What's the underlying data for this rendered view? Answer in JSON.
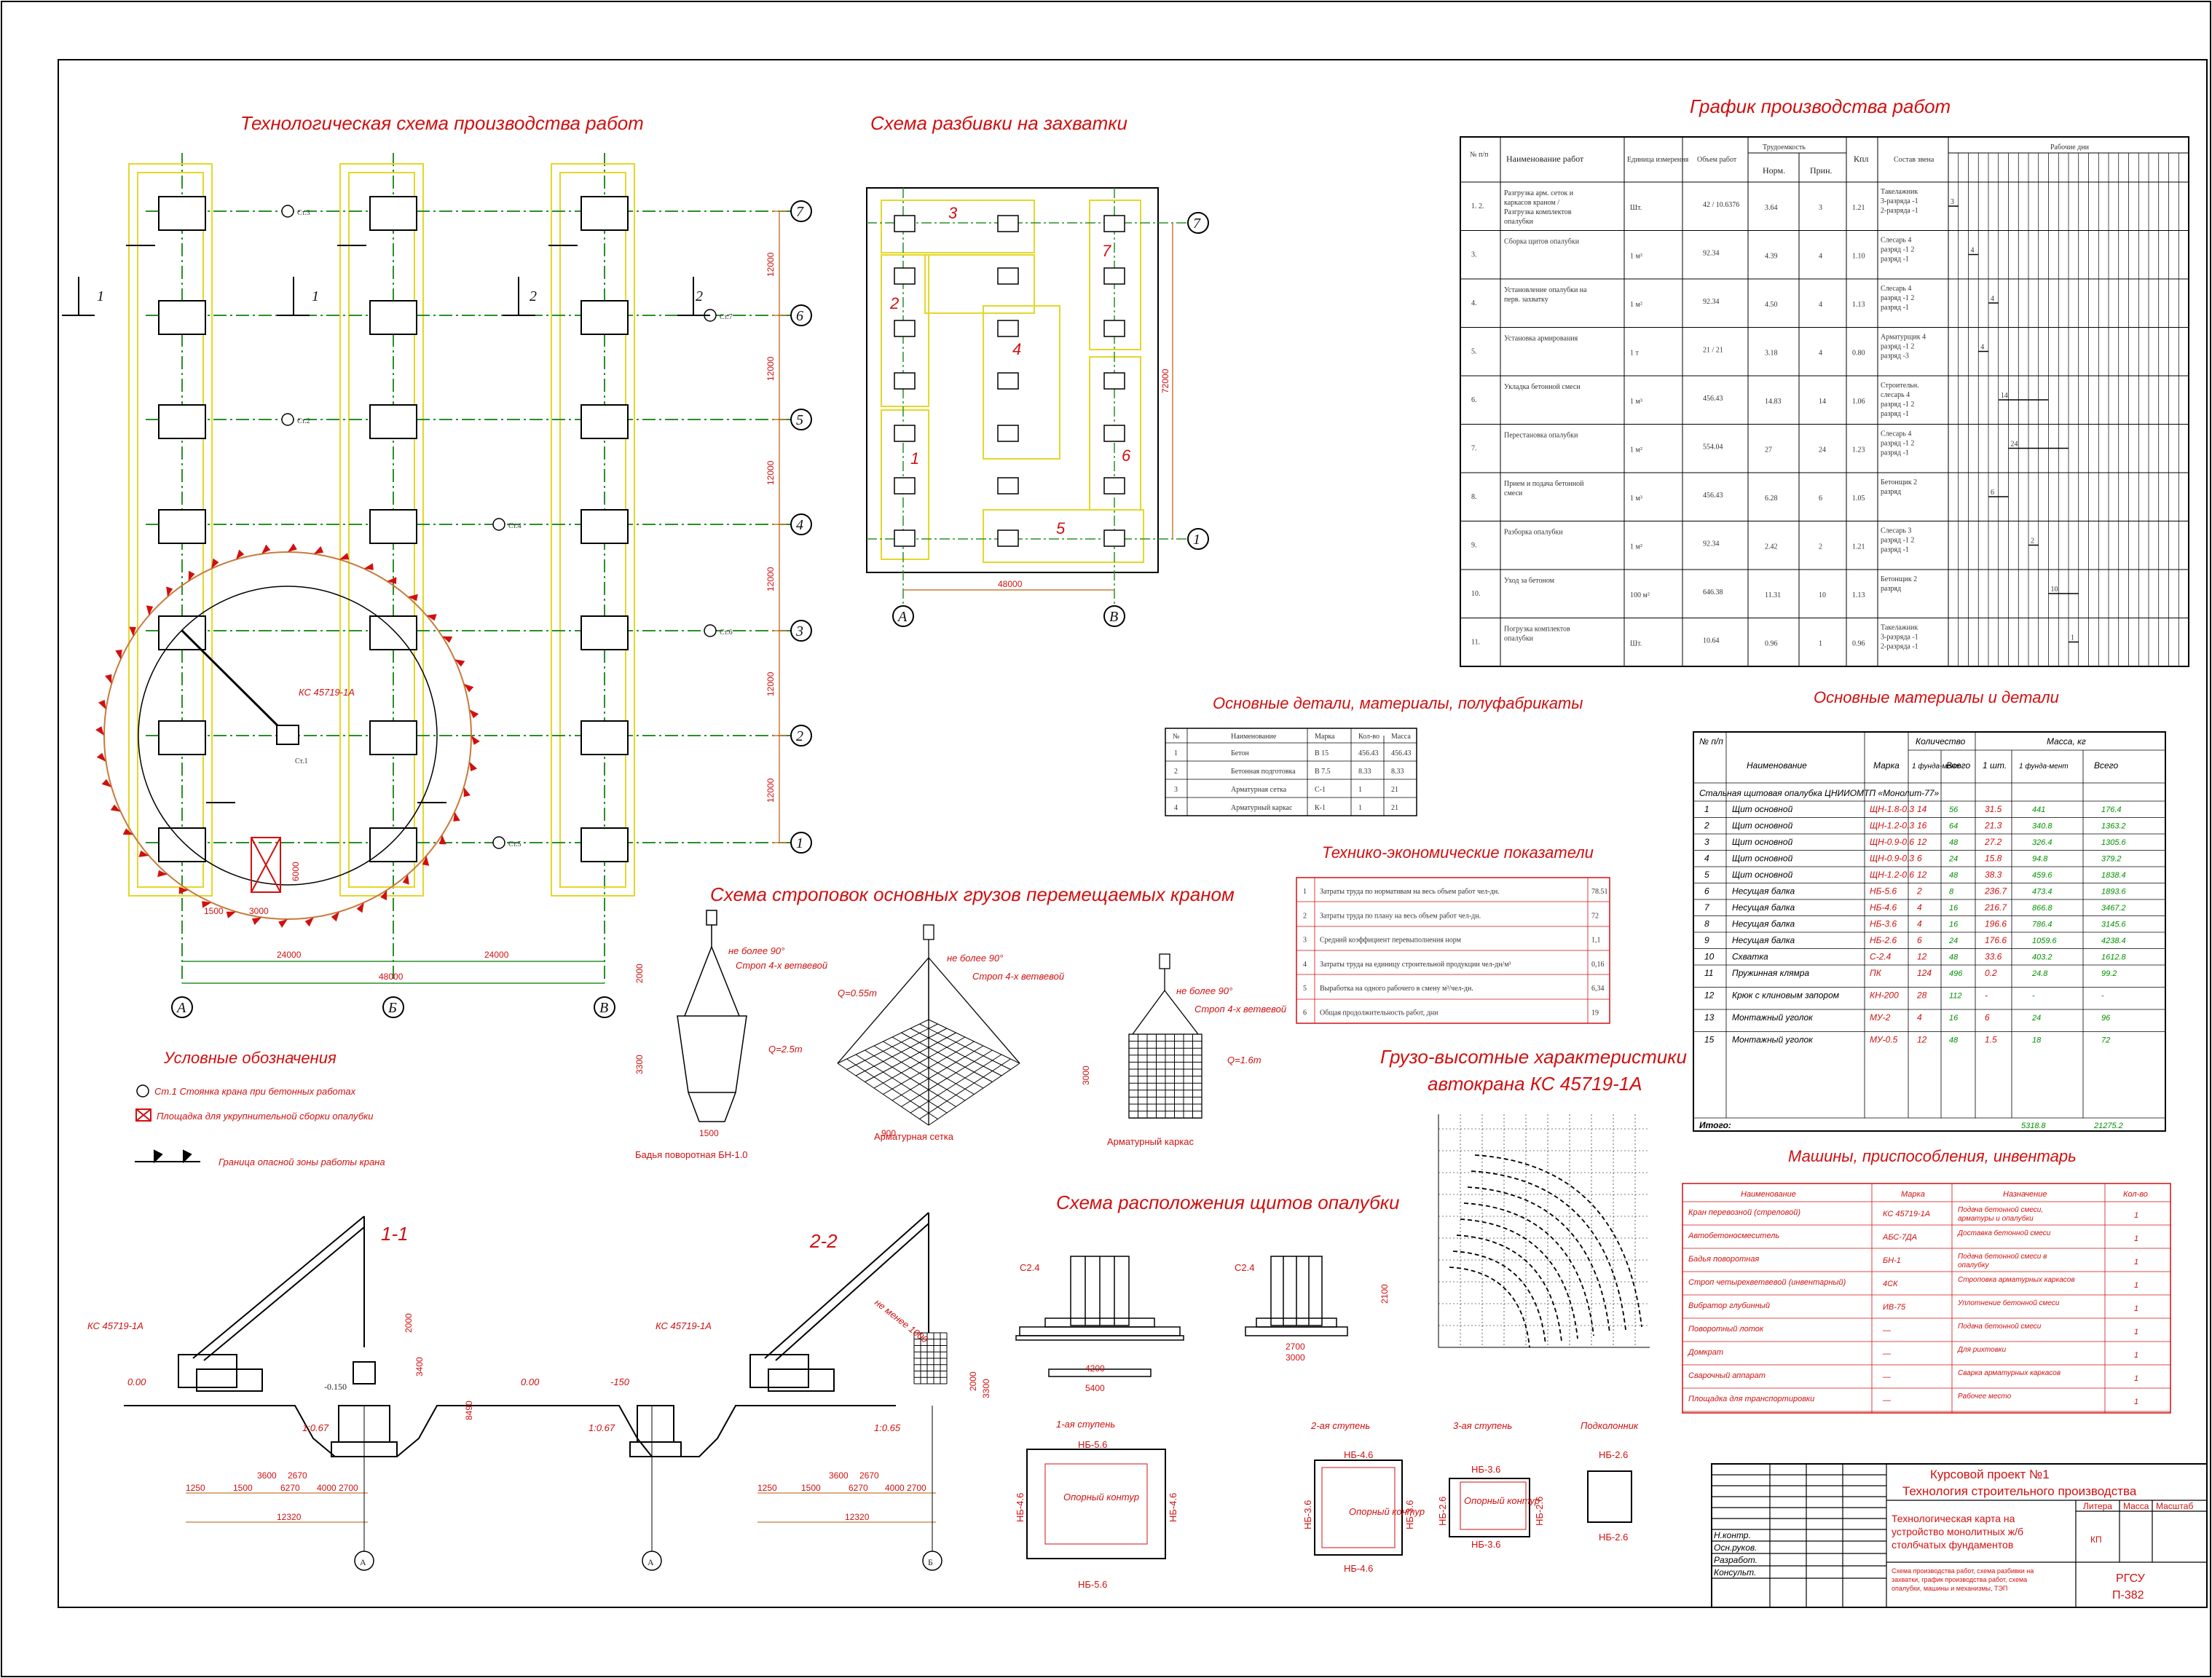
{
  "titles": {
    "tech_scheme": "Технологическая схема производства работ",
    "zones_scheme": "Схема разбивки на захватки",
    "schedule": "График производства работ",
    "details": "Основные детали, материалы, полуфабрикаты",
    "materials": "Основные материалы и детали",
    "tep": "Технико-экономические показатели",
    "slinging": "Схема строповок основных грузов перемещаемых краном",
    "crane_chars": "Грузо-высотные характеристики",
    "crane_chars_2": "автокрана КС 45719-1А",
    "machines": "Машины, приспособления, инвентарь",
    "legend": "Условные обозначения",
    "formwork_layout": "Схема расположения щитов опалубки",
    "section_1": "1-1",
    "section_2": "2-2"
  },
  "plan": {
    "axes_letters": [
      "А",
      "Б",
      "В"
    ],
    "axes_numbers": [
      "1",
      "2",
      "3",
      "4",
      "5",
      "6",
      "7"
    ],
    "span_12000": "12000",
    "dim_24000": "24000",
    "dim_48000": "48000",
    "dim_1500": "1500",
    "dim_3000": "3000",
    "dim_6000": "6000",
    "crane_label": "КС 45719-1А",
    "stands": [
      "Ст.1",
      "Ст.2",
      "Ст.3",
      "Ст.4",
      "Ст.5",
      "Ст.6",
      "Ст.7"
    ],
    "cut_marks": [
      "1",
      "1",
      "2",
      "2"
    ]
  },
  "zones": {
    "numbers": [
      "1",
      "2",
      "3",
      "4",
      "5",
      "6",
      "7"
    ],
    "axes_letters": [
      "А",
      "В"
    ],
    "axes_numbers": [
      "7",
      "1"
    ],
    "dim_48000": "48000",
    "dim_72000": "72000"
  },
  "schedule": {
    "headers": [
      "№ п/п",
      "Наименование работ",
      "Единица измерения",
      "Объем работ",
      "Трудоемкость",
      "Норм.",
      "Прин.",
      "Кпл",
      "Состав звена",
      "Рабочие дни"
    ],
    "rows": [
      {
        "n": "1. 2.",
        "name": "Разгрузка арм. сеток и каркасов краном / Разгрузка комплектов опалубки",
        "unit": "Шт.",
        "vol": "42 / 10.6376",
        "norm": "3.64",
        "acc": "3",
        "k": "1.21",
        "crew": "Такелажник 3-разряда -1 2-разряда -1"
      },
      {
        "n": "3.",
        "name": "Сборка щитов опалубки",
        "unit": "1 м²",
        "vol": "92.34",
        "norm": "4.39",
        "acc": "4",
        "k": "1.10",
        "crew": "Слесарь 4 разряд -1 2 разряд -1"
      },
      {
        "n": "4.",
        "name": "Установление опалубки на перв. захватку",
        "unit": "1 м²",
        "vol": "92.34",
        "norm": "4.50",
        "acc": "4",
        "k": "1.13",
        "crew": "Слесарь 4 разряд -1 2 разряд -1"
      },
      {
        "n": "5.",
        "name": "Установка армирования",
        "unit": "1 т",
        "vol": "21 / 21",
        "norm": "3.18",
        "acc": "4",
        "k": "0.80",
        "crew": "Арматурщик 4 разряд -1 2 разряд -3"
      },
      {
        "n": "6.",
        "name": "Укладка бетонной смеси",
        "unit": "1 м³",
        "vol": "456.43",
        "norm": "14.83",
        "acc": "14",
        "k": "1.06",
        "crew": "Строительн. слесарь 4 разряд -1 2 разряд -1"
      },
      {
        "n": "7.",
        "name": "Перестановка опалубки",
        "unit": "1 м²",
        "vol": "554.04",
        "norm": "27",
        "acc": "24",
        "k": "1.23",
        "crew": "Слесарь 4 разряд -1 2 разряд -1"
      },
      {
        "n": "8.",
        "name": "Прием и подача бетонной смеси",
        "unit": "1 м³",
        "vol": "456.43",
        "norm": "6.28",
        "acc": "6",
        "k": "1.05",
        "crew": "Бетонщик 2 разряд"
      },
      {
        "n": "9.",
        "name": "Разборка опалубки",
        "unit": "1 м²",
        "vol": "92.34",
        "norm": "2.42",
        "acc": "2",
        "k": "1.21",
        "crew": "Слесарь 3 разряд -1 2 разряд -1"
      },
      {
        "n": "10.",
        "name": "Уход за бетоном",
        "unit": "100 м²",
        "vol": "646.38",
        "norm": "11.31",
        "acc": "10",
        "k": "1.13",
        "crew": "Бетонщик 2 разряд"
      },
      {
        "n": "11.",
        "name": "Погрузка комплектов опалубки",
        "unit": "Шт.",
        "vol": "10.64",
        "norm": "0.96",
        "acc": "1",
        "k": "0.96",
        "crew": "Такелажник 3-разряда -1 2-разряда -1"
      }
    ]
  },
  "details_table": {
    "headers": [
      "№",
      "Наименование",
      "Марка",
      "Кол-во",
      "Масса"
    ],
    "rows": [
      [
        "1",
        "Бетон",
        "В 15",
        "456.43",
        "456.43"
      ],
      [
        "2",
        "Бетонная подготовка",
        "В 7.5",
        "8.33",
        "8.33"
      ],
      [
        "3",
        "Арматурная сетка",
        "С-1",
        "1",
        "21"
      ],
      [
        "4",
        "Арматурный каркас",
        "К-1",
        "1",
        "21"
      ]
    ]
  },
  "tep": [
    [
      "1",
      "Затраты труда по нормативам на весь объем работ чел-дн.",
      "78.51"
    ],
    [
      "2",
      "Затраты труда по плану на весь объем работ чел-дн.",
      "72"
    ],
    [
      "3",
      "Средний коэффициент перевыполнения норм",
      "1,1"
    ],
    [
      "4",
      "Затраты труда на единицу строительной продукции чел-дн/м³",
      "0,16"
    ],
    [
      "5",
      "Выработка на одного рабочего в смену м³/чел-дн.",
      "6,34"
    ],
    [
      "6",
      "Общая продолжительность работ, дни",
      "19"
    ]
  ],
  "materials": {
    "headers": [
      "№ п/п",
      "Наименование",
      "Марка",
      "Количество",
      "Масса, кг"
    ],
    "sub_headers": [
      "1 фунда-мент",
      "Всего",
      "1 шт.",
      "1 фунда-мент",
      "Всего"
    ],
    "group": "Стальная щитовая опалубка ЦНИИОМТП «Монолит-77»",
    "rows": [
      [
        "1",
        "Щит основной",
        "ЩН-1.8-0.3",
        "14",
        "56",
        "31.5",
        "441",
        "176.4"
      ],
      [
        "2",
        "Щит основной",
        "ЩН-1.2-0.3",
        "16",
        "64",
        "21.3",
        "340.8",
        "1363.2"
      ],
      [
        "3",
        "Щит основной",
        "ЩН-0.9-0.6",
        "12",
        "48",
        "27.2",
        "326.4",
        "1305.6"
      ],
      [
        "4",
        "Щит основной",
        "ЩН-0.9-0.3",
        "6",
        "24",
        "15.8",
        "94.8",
        "379.2"
      ],
      [
        "5",
        "Щит основной",
        "ЩН-1.2-0.6",
        "12",
        "48",
        "38.3",
        "459.6",
        "1838.4"
      ],
      [
        "6",
        "Несущая балка",
        "НБ-5.6",
        "2",
        "8",
        "236.7",
        "473.4",
        "1893.6"
      ],
      [
        "7",
        "Несущая балка",
        "НБ-4.6",
        "4",
        "16",
        "216.7",
        "866.8",
        "3467.2"
      ],
      [
        "8",
        "Несущая балка",
        "НБ-3.6",
        "4",
        "16",
        "196.6",
        "786.4",
        "3145.6"
      ],
      [
        "9",
        "Несущая балка",
        "НБ-2.6",
        "6",
        "24",
        "176.6",
        "1059.6",
        "4238.4"
      ],
      [
        "10",
        "Схватка",
        "С-2.4",
        "12",
        "48",
        "33.6",
        "403.2",
        "1612.8"
      ],
      [
        "11",
        "Пружинная клямра",
        "ПК",
        "124",
        "496",
        "0.2",
        "24.8",
        "99.2"
      ],
      [
        "12",
        "Крюк с клиновым запором",
        "КН-200",
        "28",
        "112",
        "-",
        "-",
        "-"
      ],
      [
        "13",
        "Монтажный уголок",
        "МУ-2",
        "4",
        "16",
        "6",
        "24",
        "96"
      ],
      [
        "15",
        "Монтажный уголок",
        "МУ-0.5",
        "12",
        "48",
        "1.5",
        "18",
        "72"
      ]
    ],
    "total_label": "Итого:",
    "total_1": "5318.8",
    "total_all": "21275.2"
  },
  "machines": {
    "headers": [
      "Наименование",
      "Марка",
      "Назначение",
      "Кол-во"
    ],
    "rows": [
      [
        "Кран перевозной (стреловой)",
        "КС 45719-1А",
        "Подача бетонной смеси, арматуры и опалубки",
        "1"
      ],
      [
        "Автобетоносмеситель",
        "АБС-7ДА",
        "Доставка бетонной смеси",
        "1"
      ],
      [
        "Бадья поворотная",
        "БН-1",
        "Подача бетонной смеси в опалубку",
        "1"
      ],
      [
        "Строп четырехветвевой (инвентарный)",
        "4СК",
        "Строповка арматурных каркасов",
        "1"
      ],
      [
        "Вибратор глубинный",
        "ИВ-75",
        "Уплотнение бетонной смеси",
        "1"
      ],
      [
        "Поворотный лоток",
        "—",
        "Подача бетонной смеси",
        "1"
      ],
      [
        "Домкрат",
        "—",
        "Для рихтовки",
        "1"
      ],
      [
        "Сварочный аппарат",
        "—",
        "Сварка арматурных каркасов",
        "1"
      ],
      [
        "Площадка для транспортировки",
        "—",
        "Рабочее место",
        "1"
      ]
    ]
  },
  "legend": {
    "item_1": "Ст.1 Стоянка крана при бетонных работах",
    "item_2": "Площадка для укрупнительной сборки опалубки",
    "item_3": "Граница опасной зоны работы крана"
  },
  "slinging": {
    "angle_label": "не более 90°",
    "sling_label": "Строп 4-х ветвевой",
    "q1": "Q=2.5т",
    "q2": "Q=0.55т",
    "q3": "Q=1.6т",
    "item_1": "Бадья поворотная БН-1.0",
    "item_2": "Арматурная сетка",
    "item_3": "Арматурный каркас",
    "d_2000": "2000",
    "d_3300": "3300",
    "d_1500": "1500",
    "d_3000": "3000",
    "d_900": "900"
  },
  "sections": {
    "crane": "КС 45719-1А",
    "lvl_000": "0.00",
    "lvl_150": "-0.150",
    "lvl_150b": "-150",
    "slope": "1:0.67",
    "slope2": "1:0.65",
    "dims_row": [
      "1250",
      "1500",
      "3600",
      "2670",
      "6270",
      "4000",
      "2700"
    ],
    "total": "12320",
    "axis_a": "А",
    "axis_b": "Б",
    "h_8490": "8490",
    "h_3400": "3400",
    "h_2000": "2000",
    "h_3300": "3300",
    "not_less": "не менее 1000"
  },
  "formwork": {
    "steps": [
      "1-ая ступень",
      "2-ая ступень",
      "3-ая ступень",
      "Подколонник"
    ],
    "contour": "Опорный контур",
    "beams": [
      "НБ-5.6",
      "НБ-4.6",
      "НБ-3.6",
      "НБ-2.6"
    ],
    "clamp": "С2.4",
    "d_5400": "5400",
    "d_4200": "4200",
    "d_2700": "2700",
    "d_3000": "3000",
    "d_2100": "2100"
  },
  "stamp": {
    "project": "Курсовой проект №1",
    "discipline": "Технология строительного производства",
    "title": "Технологическая карта на устройство монолитных ж/б столбчатых фундаментов",
    "contents": "Схема производства работ, схема разбивки на захватки, график производства работ, схема опалубки, машины и механизмы, ТЭП",
    "roles": [
      "Н.контр.",
      "Осн.руков.",
      "Разработ.",
      "Консульт."
    ],
    "lit_h": "Литера",
    "mass_h": "Масса",
    "scale_h": "Масштаб",
    "lit": "КП",
    "uni": "РГСУ",
    "group": "П-382"
  }
}
